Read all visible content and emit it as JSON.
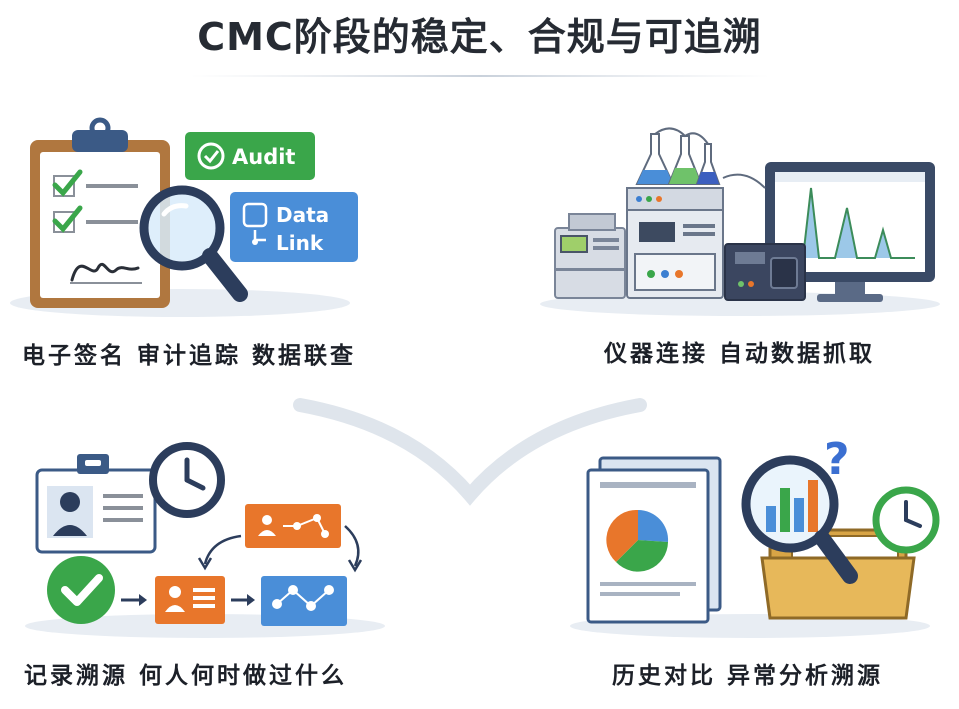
{
  "title": "CMC阶段的稳定、合规与可追溯",
  "panels": {
    "e_signature": {
      "caption": "电子签名  审计追踪  数据联查",
      "badge_audit": "Audit",
      "badge_data_line1": "Data",
      "badge_data_line2": "Link"
    },
    "instrument": {
      "caption": "仪器连接  自动数据抓取"
    },
    "traceability": {
      "caption": "记录溯源  何人何时做过什么"
    },
    "history": {
      "caption": "历史对比  异常分析溯源",
      "question_mark": "?"
    }
  },
  "colors": {
    "green": "#3aa64a",
    "blue": "#4a8ed8",
    "orange": "#e8762b",
    "navy": "#283a5c",
    "clipboard_brown": "#b0773f",
    "folder_yellow": "#e7b85a"
  }
}
